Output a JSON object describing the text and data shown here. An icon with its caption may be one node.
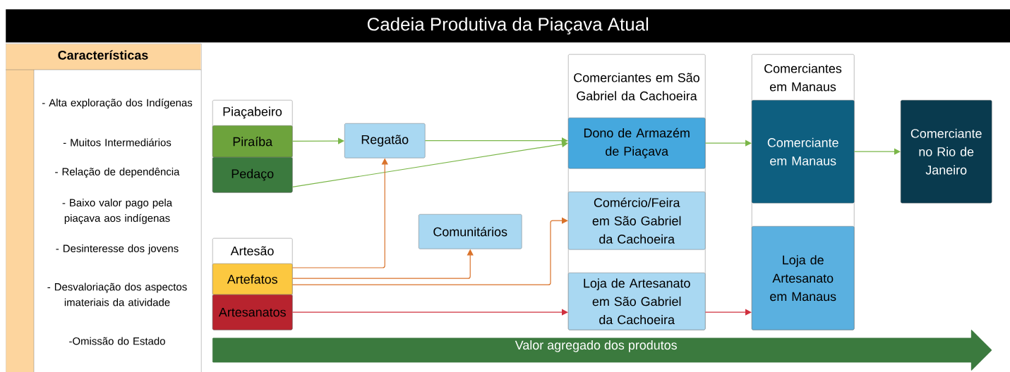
{
  "diagram": {
    "title": "Cadeia Produtiva da Piaçava Atual",
    "nodes": [
      {
        "text": [
          "Características",
          "- Alta exploração dos Indígenas",
          "- Muitos Intermediários",
          "- Relação de dependência",
          "- Baixo valor pago pela piaçava aos indígenas",
          "- Desinteresse dos jovens",
          "- Desvaloriação dos aspectos imateriais da atividade",
          "-Omissão do Estado"
        ]
      },
      {
        "text": [
          "Piaçabeiro"
        ]
      },
      {
        "text": [
          "Piraíba"
        ],
        "in": 1
      },
      {
        "text": [
          "Pedaço"
        ],
        "in": 1
      },
      {
        "text": [
          "Regatão"
        ]
      },
      {
        "text": [
          "Artesão"
        ]
      },
      {
        "text": [
          "Artefatos"
        ],
        "in": 5
      },
      {
        "text": [
          "Artesanatos"
        ],
        "in": 5
      },
      {
        "text": [
          "Comunitários"
        ]
      },
      {
        "text": [
          "Comerciantes em São Gabriel da Cachoeira"
        ]
      },
      {
        "text": [
          "Dono de Armazém de Piaçava"
        ],
        "in": 9
      },
      {
        "text": [
          "Comércio/Feira em São Gabriel da Cachoeira"
        ],
        "in": 9
      },
      {
        "text": [
          "Loja de Artesanato em São Gabriel da Cachoeira"
        ],
        "in": 9
      },
      {
        "text": [
          "Comerciantes em Manaus"
        ]
      },
      {
        "text": [
          "Comerciante em Manaus"
        ],
        "in": 13
      },
      {
        "text": [
          "Loja de Artesanato em Manaus"
        ],
        "in": 13
      },
      {
        "text": [
          "Comerciante no Rio de Janeiro"
        ]
      },
      {
        "text": [
          "Valor agregado dos produtos"
        ]
      }
    ],
    "edges": [
      {
        "from": 2,
        "to": 4,
        "arrow": "to"
      },
      {
        "from": 4,
        "to": 10,
        "arrow": "to"
      },
      {
        "from": 3,
        "to": 10,
        "arrow": "to"
      },
      {
        "from": 6,
        "to": 4,
        "arrow": "to",
        "color": "#d9722a"
      },
      {
        "from": 6,
        "to": 8,
        "arrow": "to",
        "color": "#d9722a"
      },
      {
        "from": 6,
        "to": 11,
        "arrow": "to",
        "color": "#d9722a"
      },
      {
        "from": 7,
        "to": 12,
        "arrow": "to",
        "color": "#d0303e"
      },
      {
        "from": 12,
        "to": 15,
        "arrow": "to",
        "color": "#d0303e"
      },
      {
        "from": 10,
        "to": 14,
        "arrow": "to"
      },
      {
        "from": 14,
        "to": 16,
        "arrow": "to"
      }
    ]
  }
}
